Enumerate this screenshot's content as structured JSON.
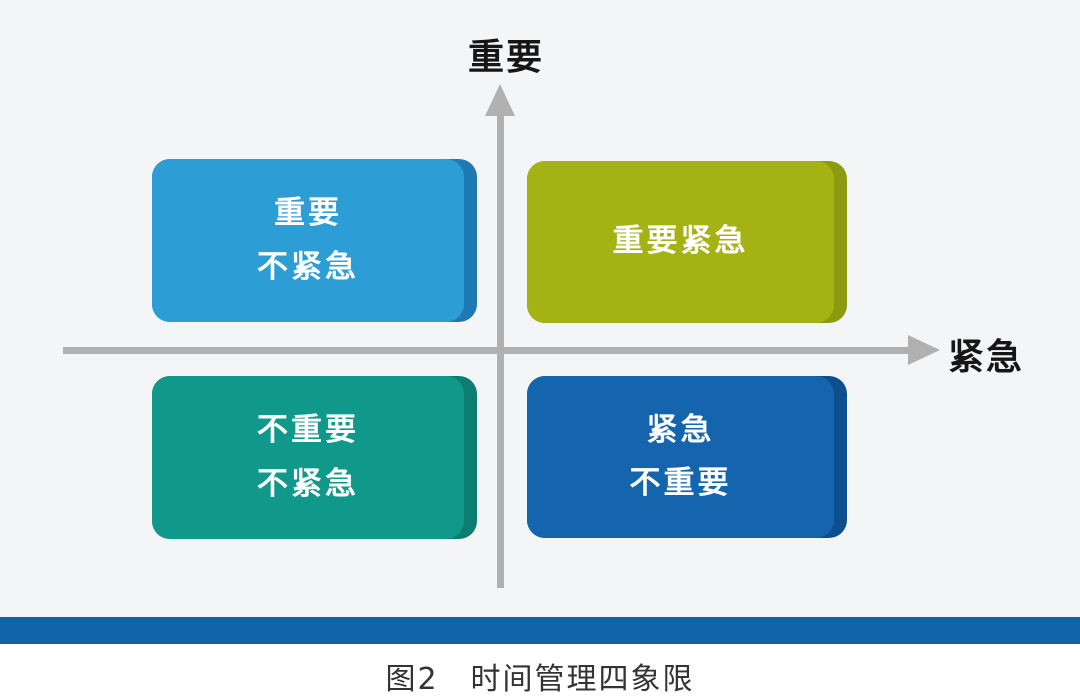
{
  "diagram": {
    "caption": "图2　时间管理四象限",
    "axes": {
      "y_label": "重要",
      "x_label": "紧急",
      "line_color": "#B0B0B0"
    },
    "quadrants": [
      {
        "name": "important-not-urgent",
        "lines": [
          "重要",
          "不紧急"
        ],
        "fill": "#2D9DD5",
        "edge": "#1E79B4"
      },
      {
        "name": "important-urgent",
        "lines": [
          "重要紧急"
        ],
        "fill": "#A4B214",
        "edge": "#8C9A10"
      },
      {
        "name": "not-important-not-urgent",
        "lines": [
          "不重要",
          "不紧急"
        ],
        "fill": "#10998B",
        "edge": "#0B7D71"
      },
      {
        "name": "urgent-not-important",
        "lines": [
          "紧急",
          "不重要"
        ],
        "fill": "#1464AE",
        "edge": "#0D4F8E"
      }
    ],
    "bottom_bar_color": "#1163A8"
  }
}
